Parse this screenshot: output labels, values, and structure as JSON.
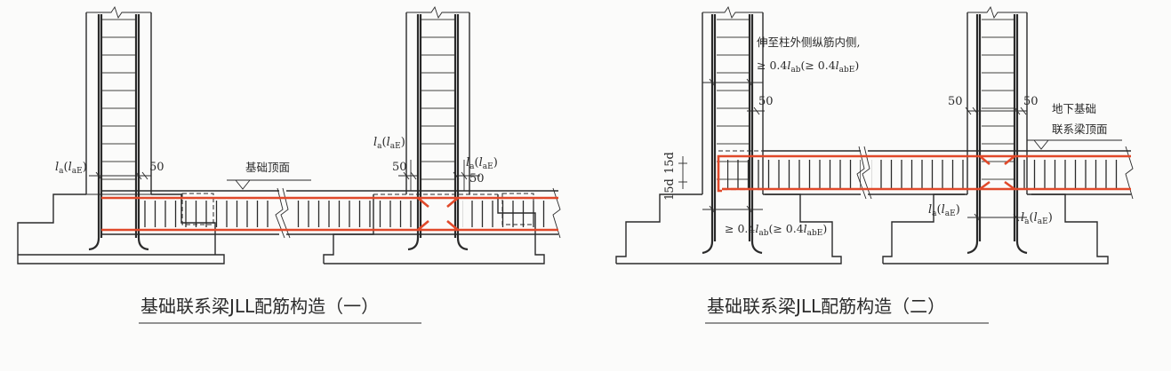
{
  "colors": {
    "rebar_highlight": "#e0492a",
    "line": "#2a2a2a",
    "paper": "#fbfbfa"
  },
  "diagram1": {
    "caption": "基础联系梁JLL配筋构造（一）",
    "anchor_left": {
      "main": "l",
      "sub1": "a",
      "paren_open": "(",
      "main2": "l",
      "sub2": "aE",
      "paren_close": ")"
    },
    "anchor_mid": {
      "main": "l",
      "sub1": "a",
      "paren_open": "(",
      "main2": "l",
      "sub2": "aE",
      "paren_close": ")"
    },
    "anchor_right": {
      "main": "l",
      "sub1": "a",
      "paren_open": "(",
      "main2": "l",
      "sub2": "aE",
      "paren_close": ")"
    },
    "dim_50_a": "50",
    "dim_50_b": "50",
    "dim_50_c": "50",
    "top_label": "基础顶面"
  },
  "diagram2": {
    "caption": "基础联系梁JLL配筋构造（二）",
    "note_line1": "伸至柱外侧纵筋内侧,",
    "note_line2": {
      "prefix": "≥ 0.4",
      "l": "l",
      "sub": "ab",
      "mid": "(≥ 0.4",
      "l2": "l",
      "sub2": "abE",
      "end": ")"
    },
    "dim_50_a": "50",
    "dim_50_b": "50",
    "dim_50_c": "50",
    "dim_15d_a": "15d",
    "dim_15d_b": "15d",
    "top_label_line1": "地下基础",
    "top_label_line2": "联系梁顶面",
    "bottom_note": {
      "prefix": "≥ 0.4",
      "l": "l",
      "sub": "ab",
      "mid": "(≥ 0.4",
      "l2": "l",
      "sub2": "abE",
      "end": ")"
    },
    "anchor_left": {
      "main": "l",
      "sub1": "a",
      "paren_open": "(",
      "main2": "l",
      "sub2": "aE",
      "paren_close": ")"
    },
    "anchor_right": {
      "main": "l",
      "sub1": "a",
      "paren_open": "(",
      "main2": "l",
      "sub2": "aE",
      "paren_close": ")"
    }
  }
}
